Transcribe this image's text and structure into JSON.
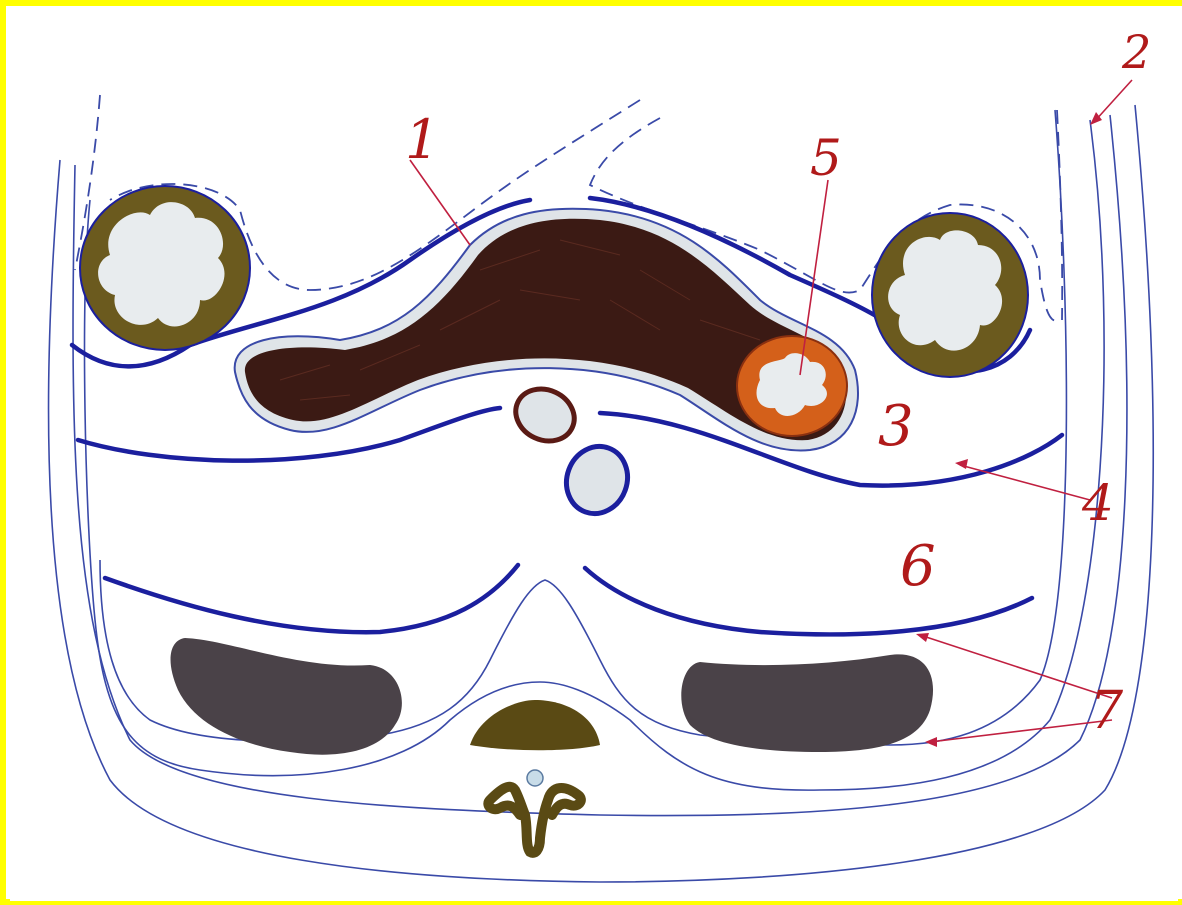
{
  "labels": {
    "one": "1",
    "two": "2",
    "three": "3",
    "four": "4",
    "five": "5",
    "six": "6",
    "seven": "7"
  },
  "colors": {
    "frame_blue": "#0000aa",
    "frame_yellow": "#ffff00",
    "label_red": "#b01a1a",
    "fascia_blue": "#1b1f9e",
    "thin_line": "#3a4aa8",
    "liver_brown": "#3b1a14",
    "colon_wall": "#6b5a1e",
    "kidney_grey": "#4a4248",
    "vertebra_olive": "#5a4a14",
    "orange_wall": "#d4601a"
  }
}
